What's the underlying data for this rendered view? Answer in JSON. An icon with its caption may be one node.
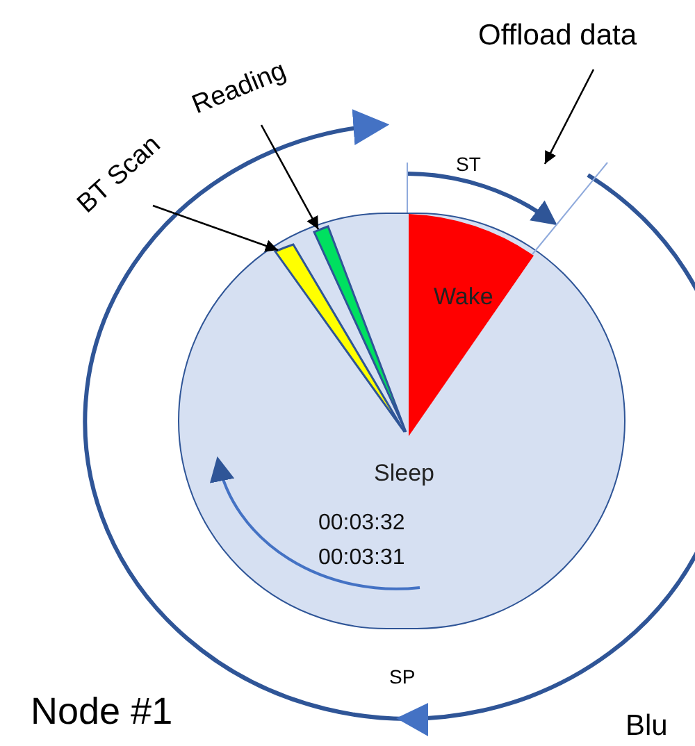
{
  "diagram": {
    "nodes": [
      {
        "text": [
          "Offload data"
        ]
      },
      {
        "text": [
          "Reading"
        ]
      },
      {
        "text": [
          "BT Scan"
        ]
      },
      {
        "text": [
          "Sleep",
          "00:03:32 00:03:31"
        ]
      },
      {
        "text": [
          "Wake"
        ],
        "in": 3
      },
      {
        "text": [],
        "shape": "wedge",
        "in": 3
      },
      {
        "text": [],
        "shape": "wedge",
        "in": 3
      }
    ],
    "edges": [
      {
        "from": 2,
        "to": 5,
        "arrow": "to"
      },
      {
        "from": 1,
        "to": 6,
        "arrow": "to"
      },
      {
        "from": 0,
        "to": 4,
        "arrow": "to"
      }
    ],
    "labels": [
      "ST",
      "SP",
      "Node #1",
      "Blu"
    ]
  }
}
